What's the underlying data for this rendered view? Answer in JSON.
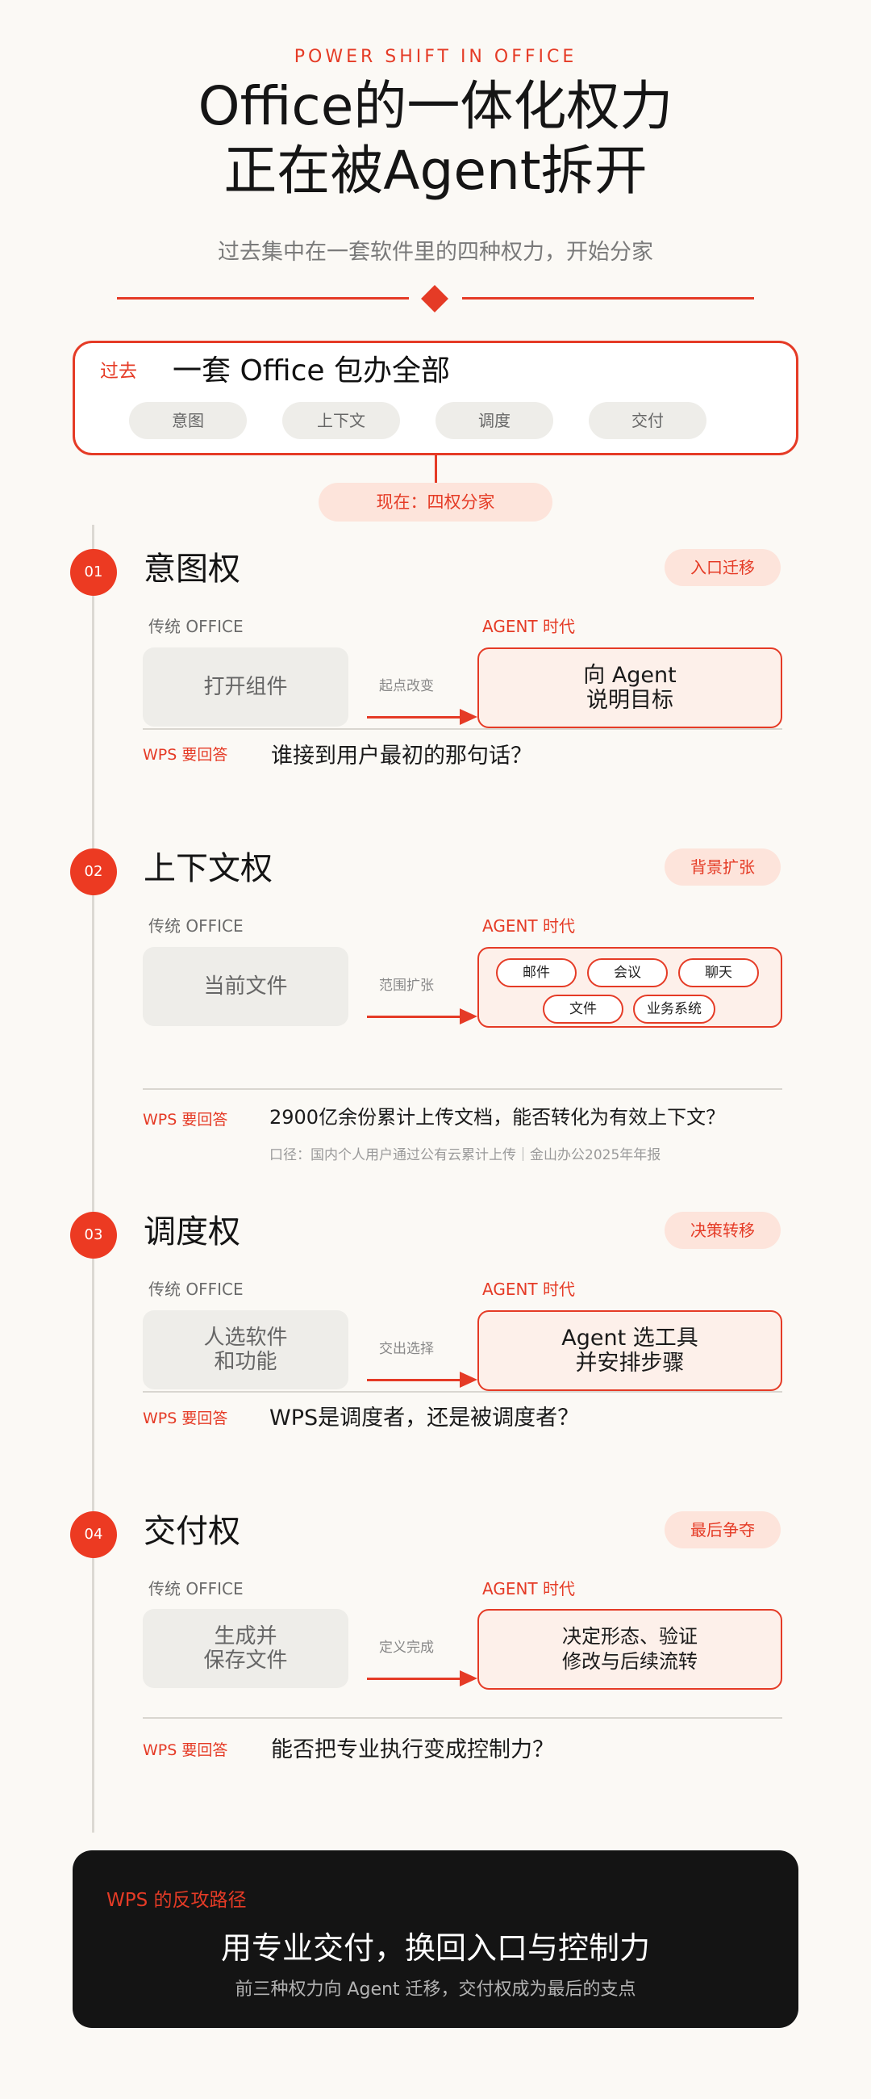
{
  "header": {
    "kicker": "POWER SHIFT IN OFFICE",
    "title_line1": "Office的一体化权力",
    "title_line2": "正在被Agent拆开",
    "subtitle": "过去集中在一套软件里的四种权力，开始分家"
  },
  "past": {
    "label": "过去",
    "title": "一套 Office 包办全部",
    "pills": [
      "意图",
      "上下文",
      "调度",
      "交付"
    ],
    "now_label": "现在：四权分家"
  },
  "sections": [
    {
      "num": "01",
      "title": "意图权",
      "tag": "入口迁移",
      "trad_label": "传统 OFFICE",
      "agent_label": "AGENT 时代",
      "trad_text": "打开组件",
      "arrow_label": "起点改变",
      "agent_text": "向 Agent\n说明目标",
      "wps_label": "WPS 要回答",
      "question": "谁接到用户最初的那句话？"
    },
    {
      "num": "02",
      "title": "上下文权",
      "tag": "背景扩张",
      "trad_label": "传统 OFFICE",
      "agent_label": "AGENT 时代",
      "trad_text": "当前文件",
      "arrow_label": "范围扩张",
      "context_pills": [
        "邮件",
        "会议",
        "聊天",
        "文件",
        "业务系统"
      ],
      "wps_label": "WPS 要回答",
      "question": "2900亿余份累计上传文档，能否转化为有效上下文？",
      "note": "口径：国内个人用户通过公有云累计上传｜金山办公2025年年报"
    },
    {
      "num": "03",
      "title": "调度权",
      "tag": "决策转移",
      "trad_label": "传统 OFFICE",
      "agent_label": "AGENT 时代",
      "trad_text": "人选软件\n和功能",
      "arrow_label": "交出选择",
      "agent_text": "Agent 选工具\n并安排步骤",
      "wps_label": "WPS 要回答",
      "question": "WPS是调度者，还是被调度者？"
    },
    {
      "num": "04",
      "title": "交付权",
      "tag": "最后争夺",
      "trad_label": "传统 OFFICE",
      "agent_label": "AGENT 时代",
      "trad_text": "生成并\n保存文件",
      "arrow_label": "定义完成",
      "agent_text": "决定形态、验证\n修改与后续流转",
      "wps_label": "WPS 要回答",
      "question": "能否把专业执行变成控制力？"
    }
  ],
  "footer": {
    "label": "WPS 的反攻路径",
    "title": "用专业交付，换回入口与控制力",
    "subtitle": "前三种权力向 Agent 迁移，交付权成为最后的支点"
  },
  "colors": {
    "accent": "#e53b26",
    "background": "#fbf9f5",
    "dark": "#141414"
  }
}
